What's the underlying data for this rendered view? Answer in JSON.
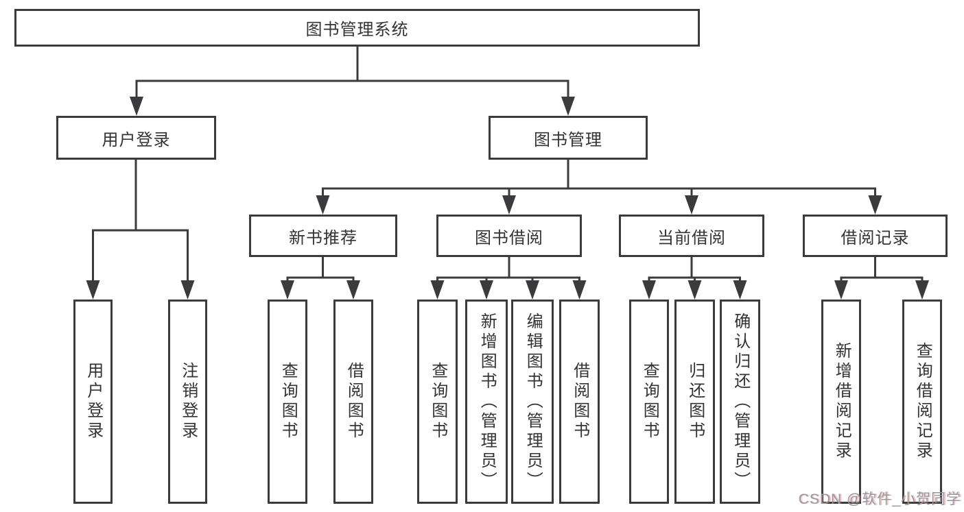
{
  "colors": {
    "line": "#3b3b3d",
    "box_border": "#3b3b3d",
    "text": "#333333",
    "background": "#ffffff",
    "watermark": "#97979d"
  },
  "tree": {
    "root": {
      "label": "图书管理系统"
    },
    "branches": [
      {
        "label": "用户登录",
        "children": [
          {
            "label": "用户登录"
          },
          {
            "label": "注销登录"
          }
        ]
      },
      {
        "label": "图书管理",
        "children": [
          {
            "label": "新书推荐",
            "children": [
              {
                "label": "查询图书"
              },
              {
                "label": "借阅图书"
              }
            ]
          },
          {
            "label": "图书借阅",
            "children": [
              {
                "label": "查询图书"
              },
              {
                "label": "新增图书（管理员）"
              },
              {
                "label": "编辑图书（管理员）"
              },
              {
                "label": "借阅图书"
              }
            ]
          },
          {
            "label": "当前借阅",
            "children": [
              {
                "label": "查询图书"
              },
              {
                "label": "归还图书"
              },
              {
                "label": "确认归还（管理员）"
              }
            ]
          },
          {
            "label": "借阅记录",
            "children": [
              {
                "label": "新增借阅记录"
              },
              {
                "label": "查询借阅记录"
              }
            ]
          }
        ]
      }
    ]
  },
  "watermark": {
    "text": "CSDN @软件_小贺同学"
  }
}
